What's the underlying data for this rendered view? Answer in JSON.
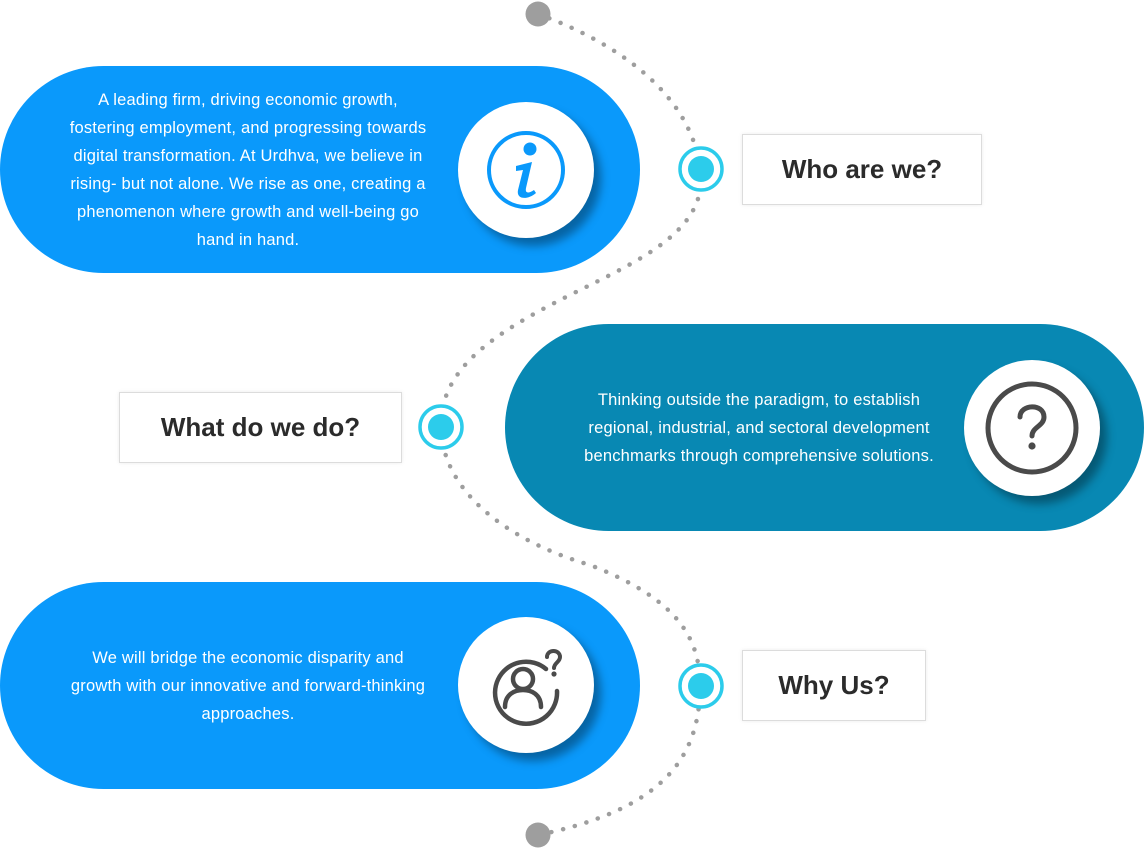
{
  "colors": {
    "bright_blue": "#0A99FB",
    "teal_blue": "#0888B3",
    "cyan_marker": "#2CCCEB",
    "dots": "#9E9E9E",
    "label_text": "#2B2B2B",
    "icon_grey": "#4A4A4A"
  },
  "sections": [
    {
      "label": "Who are we?",
      "text_lines": [
        "A leading firm, driving economic growth,",
        "fostering employment, and progressing towards",
        "digital transformation. At Urdhva, we believe in",
        "rising- but not alone. We rise as one, creating a",
        "phenomenon where growth and well-being go",
        "hand in hand."
      ],
      "icon": "info-icon"
    },
    {
      "label": "What do we do?",
      "text_lines": [
        "Thinking outside the paradigm, to establish",
        "regional, industrial, and sectoral development",
        "benchmarks through comprehensive solutions."
      ],
      "icon": "question-icon"
    },
    {
      "label": "Why Us?",
      "text_lines": [
        "We will bridge the economic disparity and",
        "growth with our innovative and forward-thinking",
        "approaches."
      ],
      "icon": "user-question-icon"
    }
  ]
}
